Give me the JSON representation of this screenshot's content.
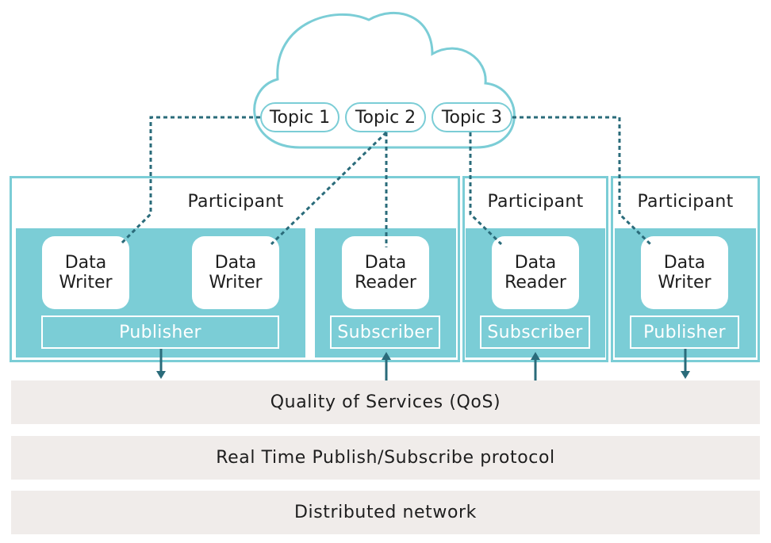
{
  "topics": [
    "Topic 1",
    "Topic 2",
    "Topic 3"
  ],
  "participants": [
    "Participant",
    "Participant",
    "Participant"
  ],
  "entities": {
    "writer1": [
      "Data",
      "Writer"
    ],
    "writer2": [
      "Data",
      "Writer"
    ],
    "reader1": [
      "Data",
      "Reader"
    ],
    "reader2": [
      "Data",
      "Reader"
    ],
    "writer3": [
      "Data",
      "Writer"
    ]
  },
  "roles": {
    "publisher1": "Publisher",
    "subscriber1": "Subscriber",
    "subscriber2": "Subscriber",
    "publisher2": "Publisher"
  },
  "layers": [
    "Quality of Services (QoS)",
    "Real Time Publish/Subscribe protocol",
    "Distributed network"
  ],
  "colors": {
    "accent": "#7bcdd6",
    "connector": "#2a6b7a",
    "layer_bg": "#f0ecea"
  }
}
